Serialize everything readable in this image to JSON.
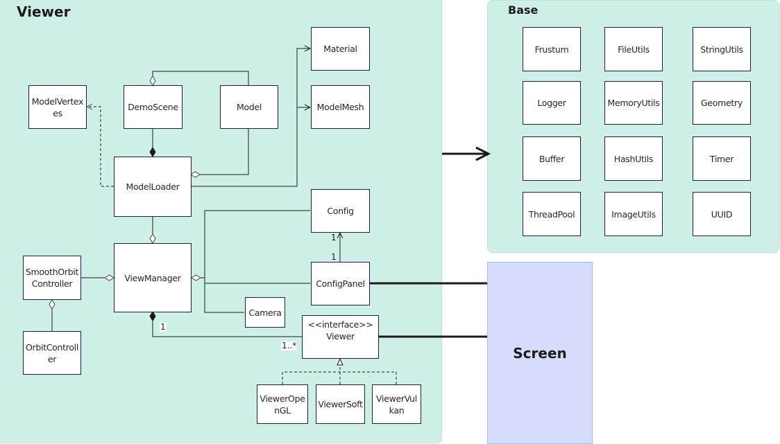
{
  "packages": {
    "viewer": {
      "title": "Viewer"
    },
    "base": {
      "title": "Base"
    }
  },
  "classes": {
    "modelvertexes": "ModelVertexes",
    "demoscene": "DemoScene",
    "model": "Model",
    "material": "Material",
    "modelmesh": "ModelMesh",
    "modelloader": "ModelLoader",
    "config": "Config",
    "configpanel": "ConfigPanel",
    "camera": "Camera",
    "viewmanager": "ViewManager",
    "smoothorbitcontroller": "SmoothOrbitController",
    "orbitcontroller": "OrbitController",
    "viewer_interface": {
      "stereotype": "<<interface>>",
      "name": "Viewer"
    },
    "vieweropengl": "ViewerOpenGL",
    "viewersoft": "ViewerSoft",
    "viewervulkan": "ViewerVulkan"
  },
  "base_classes": [
    "Frustum",
    "FileUtils",
    "StringUtils",
    "Logger",
    "MemoryUtils",
    "Geometry",
    "Buffer",
    "HashUtils",
    "Timer",
    "ThreadPool",
    "ImageUtils",
    "UUID"
  ],
  "screen": {
    "label": "Screen"
  },
  "multiplicities": {
    "config_end": "1",
    "configpanel_end": "1",
    "viewmanager_end": "1",
    "viewer_end": "1..*"
  },
  "colors": {
    "package_fill": "#cff0e8",
    "screen_fill": "#d6dcfc",
    "line": "#1a1a1a"
  }
}
